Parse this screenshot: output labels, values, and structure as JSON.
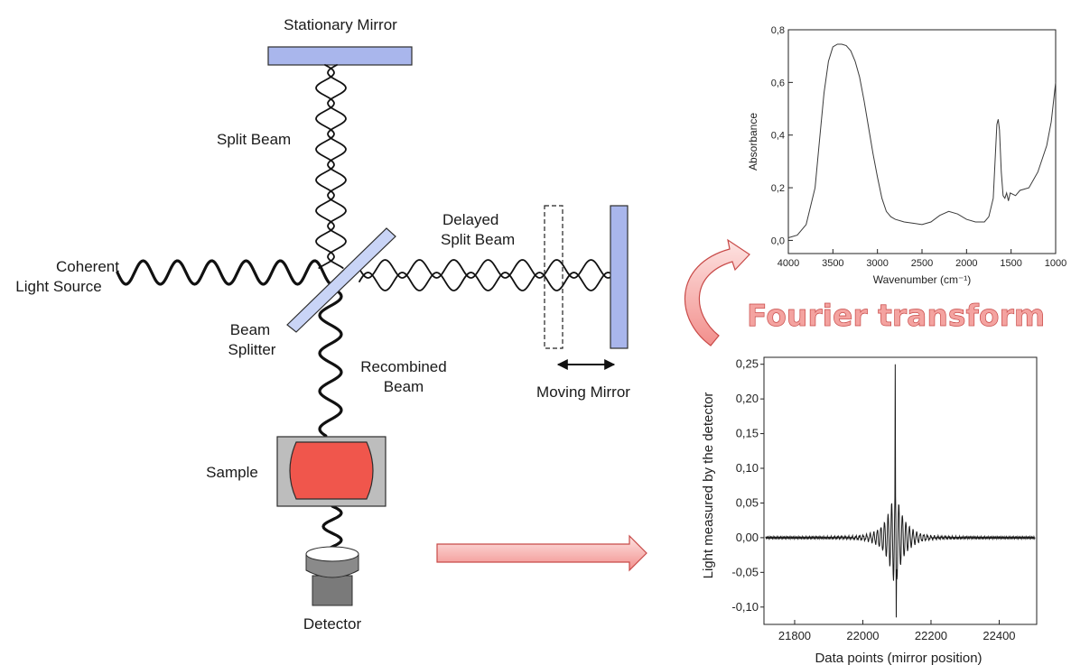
{
  "labels": {
    "stationary_mirror": "Stationary Mirror",
    "split_beam": "Split Beam",
    "delayed_line1": "Delayed",
    "delayed_line2": "Split Beam",
    "coherent_line1": "Coherent",
    "coherent_line2": "Light Source",
    "beam_line1": "Beam",
    "beam_line2": "Splitter",
    "recombined_line1": "Recombined",
    "recombined_line2": "Beam",
    "moving_mirror": "Moving Mirror",
    "sample": "Sample",
    "detector": "Detector",
    "fourier_transform": "Fourier transform"
  },
  "colors": {
    "mirror_fill": "#a9b6ec",
    "splitter_fill": "#c9d4f6",
    "sample_box": "#bdbdbd",
    "sample_fill": "#f0564c",
    "detector": "#7a7a7a",
    "arrow_fill": "#f7b6b4",
    "arrow_stroke": "#c84a48",
    "ft_text": "#f4a3a0"
  },
  "chart_data": [
    {
      "type": "line",
      "xlabel": "Wavenumber (cm⁻¹)",
      "ylabel": "Absorbance",
      "xlim": [
        4000,
        1000
      ],
      "ylim": [
        -0.05,
        0.8
      ],
      "x_ticks": [
        "4000",
        "3500",
        "3000",
        "2500",
        "2000",
        "1500",
        "1000"
      ],
      "y_ticks": [
        "0,0",
        "0,2",
        "0,4",
        "0,6",
        "0,8"
      ],
      "x": [
        4000,
        3900,
        3800,
        3700,
        3650,
        3600,
        3550,
        3500,
        3450,
        3400,
        3350,
        3300,
        3250,
        3200,
        3150,
        3100,
        3050,
        3000,
        2950,
        2900,
        2850,
        2800,
        2700,
        2600,
        2500,
        2400,
        2300,
        2200,
        2100,
        2000,
        1900,
        1800,
        1750,
        1700,
        1680,
        1660,
        1645,
        1630,
        1610,
        1590,
        1570,
        1550,
        1530,
        1510,
        1450,
        1400,
        1300,
        1200,
        1100,
        1050,
        1000
      ],
      "y": [
        0.01,
        0.02,
        0.06,
        0.2,
        0.38,
        0.56,
        0.68,
        0.735,
        0.745,
        0.745,
        0.74,
        0.72,
        0.68,
        0.62,
        0.53,
        0.43,
        0.33,
        0.24,
        0.16,
        0.11,
        0.09,
        0.08,
        0.07,
        0.065,
        0.06,
        0.07,
        0.095,
        0.11,
        0.1,
        0.08,
        0.07,
        0.07,
        0.09,
        0.16,
        0.3,
        0.44,
        0.46,
        0.42,
        0.26,
        0.17,
        0.16,
        0.18,
        0.15,
        0.18,
        0.17,
        0.19,
        0.2,
        0.26,
        0.36,
        0.45,
        0.6
      ]
    },
    {
      "type": "line",
      "xlabel": "Data points (mirror position)",
      "ylabel": "Light measured by the detector",
      "xlim": [
        21710,
        22510
      ],
      "ylim": [
        -0.125,
        0.26
      ],
      "x_ticks": [
        "21800",
        "22000",
        "22200",
        "22400"
      ],
      "y_ticks": [
        "-0,10",
        "-0,05",
        "0,00",
        "0,05",
        "0,10",
        "0,15",
        "0,20",
        "0,25"
      ],
      "center": 22095,
      "peak_max": 0.25,
      "peak_min": -0.115
    }
  ]
}
